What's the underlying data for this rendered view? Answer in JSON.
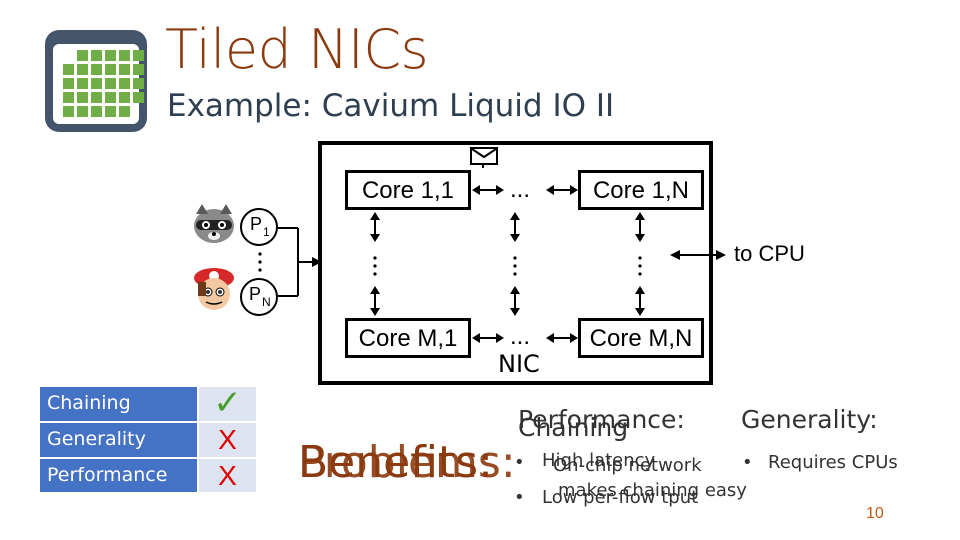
{
  "header": {
    "title": "Tiled NICs",
    "subtitle": "Example: Cavium Liquid IO II"
  },
  "diagram": {
    "cores": [
      "Core 1,1",
      "Core 1,N",
      "Core M,1",
      "Core M,N"
    ],
    "ellipsis": "...",
    "processes": {
      "p1": "P",
      "p1_sub": "1",
      "pn": "P",
      "pn_sub": "N"
    },
    "to_cpu": "to CPU",
    "nic_label": "NIC"
  },
  "table": {
    "rows": [
      {
        "label": "Chaining",
        "mark": "✓"
      },
      {
        "label": "Generality",
        "mark": "X"
      },
      {
        "label": "Performance",
        "mark": "X"
      }
    ]
  },
  "overlapping": {
    "heading_a": "Benefits:",
    "heading_b": "Problems:",
    "col1_title_a": "Performance:",
    "col1_title_b": "Chaining",
    "col1_item1_a": "High latency",
    "col1_item1_b": "On-chip network",
    "col1_item2_a": "Low per-flow tput",
    "col1_item2_b": "makes chaining easy",
    "col2_title": "Generality:",
    "col2_item1": "Requires CPUs",
    "bullet": "•"
  },
  "page_number": "10",
  "colors": {
    "title": "#8b3a0f",
    "table_header": "#4472c4",
    "table_mark_bg": "#dde4ef",
    "cross": "#e00000",
    "check": "#4a9c2d",
    "icon_bg": "#44546a",
    "icon_cell": "#70ad47"
  }
}
